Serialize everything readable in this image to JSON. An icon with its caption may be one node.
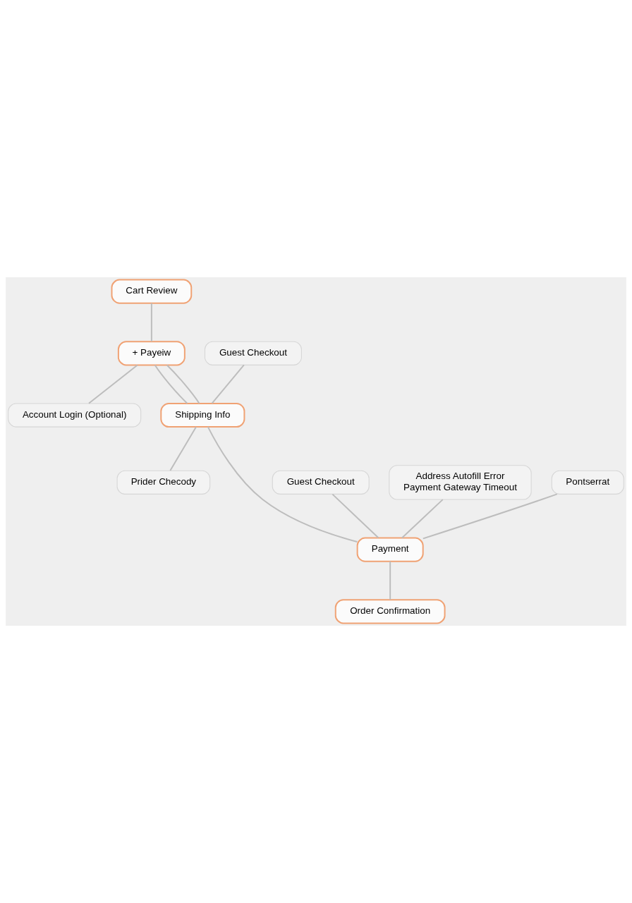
{
  "diagram": {
    "nodes": [
      {
        "text": [
          "Cart Review"
        ]
      },
      {
        "text": [
          "+ Payeiw"
        ]
      },
      {
        "text": [
          "Guest Checkout"
        ]
      },
      {
        "text": [
          "Account Login (Optional)"
        ]
      },
      {
        "text": [
          "Shipping Info"
        ]
      },
      {
        "text": [
          "Prider Checody"
        ]
      },
      {
        "text": [
          "Guest Checkout"
        ]
      },
      {
        "text": [
          "Address Autofill Error",
          "Payment Gateway Timeout"
        ]
      },
      {
        "text": [
          "Pontserrat"
        ]
      },
      {
        "text": [
          "Payment"
        ]
      },
      {
        "text": [
          "Order Confirmation"
        ]
      }
    ],
    "edges": [
      {
        "from": 0,
        "to": 1,
        "arrow": "none"
      },
      {
        "from": 1,
        "to": 4,
        "arrow": "none"
      },
      {
        "from": 1,
        "to": 4,
        "arrow": "none"
      },
      {
        "from": 1,
        "to": 3,
        "arrow": "none"
      },
      {
        "from": 2,
        "to": 4,
        "arrow": "none"
      },
      {
        "from": 4,
        "to": 5,
        "arrow": "none"
      },
      {
        "from": 4,
        "to": 9,
        "arrow": "none"
      },
      {
        "from": 6,
        "to": 9,
        "arrow": "none"
      },
      {
        "from": 7,
        "to": 9,
        "arrow": "none"
      },
      {
        "from": 8,
        "to": 9,
        "arrow": "none"
      },
      {
        "from": 9,
        "to": 10,
        "arrow": "none"
      }
    ]
  }
}
